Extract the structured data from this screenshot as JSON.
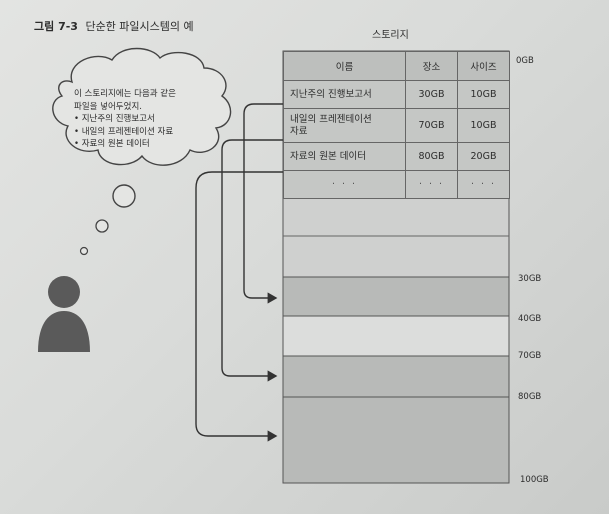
{
  "caption": {
    "figure_no": "그림 7-3",
    "title": "단순한 파일시스템의 예"
  },
  "storage_title": "스토리지",
  "thought": {
    "intro_line1": "이 스토리지에는 다음과 같은",
    "intro_line2": "파일을 넣어두었지.",
    "items": [
      "지난주의 진행보고서",
      "내일의 프레젠테이션 자료",
      "자료의 원본 데이터"
    ]
  },
  "table": {
    "headers": [
      "이름",
      "장소",
      "사이즈"
    ],
    "rows": [
      {
        "name": "지난주의 진행보고서",
        "location": "30GB",
        "size": "10GB"
      },
      {
        "name_line1": "내일의 프레젠테이션",
        "name_line2": "자료",
        "location": "70GB",
        "size": "10GB"
      },
      {
        "name": "자료의 원본 데이터",
        "location": "80GB",
        "size": "20GB"
      }
    ],
    "ellipsis": "· · ·"
  },
  "gb_labels": [
    "0GB",
    "30GB",
    "40GB",
    "70GB",
    "80GB",
    "100GB"
  ],
  "colors": {
    "dark_region": "#b7b9b7",
    "light_region": "#dcdddc",
    "line": "#3a3a3a"
  }
}
